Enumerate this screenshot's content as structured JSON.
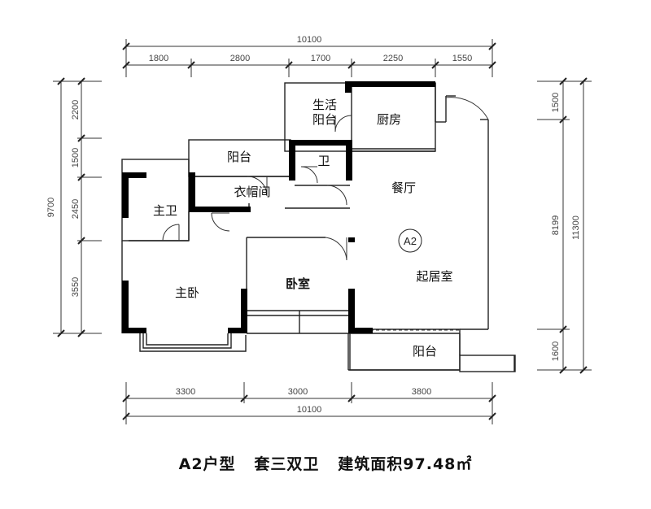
{
  "plan": {
    "dimensions": {
      "top_total": "10100",
      "top_segments": [
        "1800",
        "2800",
        "1700",
        "2250",
        "1550"
      ],
      "bottom_segments": [
        "3300",
        "3000",
        "3800"
      ],
      "bottom_total": "10100",
      "left_total": "9700",
      "left_segments": [
        "2200",
        "1500",
        "2450",
        "3550"
      ],
      "right_segments": [
        "1500",
        "8199",
        "1600"
      ],
      "right_total": "11300"
    },
    "rooms": {
      "utility_balcony_line1": "生活",
      "utility_balcony_line2": "阳台",
      "kitchen": "厨房",
      "balcony_top": "阳台",
      "bathroom": "卫",
      "dining": "餐厅",
      "cloakroom": "衣帽间",
      "master_bath": "主卫",
      "unit_badge": "A2",
      "bedroom": "卧室",
      "living_room": "起居室",
      "master_bedroom": "主卧",
      "balcony_bottom": "阳台"
    }
  },
  "caption": {
    "unit_type": "A2户型",
    "layout": "套三双卫",
    "area": "建筑面积97.48㎡"
  }
}
